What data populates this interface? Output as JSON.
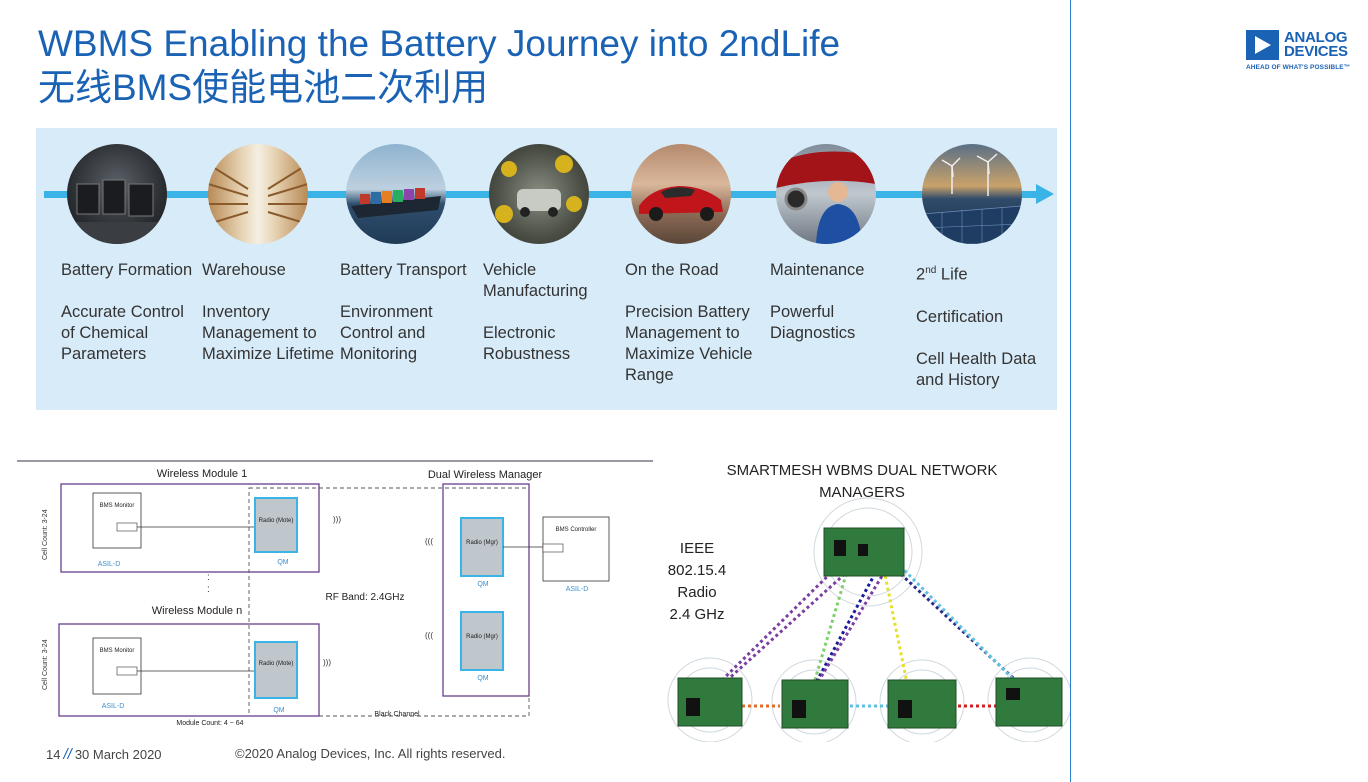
{
  "title_en": "WBMS Enabling the Battery Journey into 2ndLife",
  "title_zh": "无线BMS使能电池二次利用",
  "logo": {
    "name_line1": "ANALOG",
    "name_line2": "DEVICES",
    "tagline": "AHEAD OF WHAT'S POSSIBLE™"
  },
  "journey": [
    {
      "title": "Battery Formation",
      "desc": "Accurate Control of Chemical Parameters"
    },
    {
      "title": "Warehouse",
      "desc": "Inventory Management to Maximize Lifetime"
    },
    {
      "title": "Battery Transport",
      "desc": "Environment Control and Monitoring"
    },
    {
      "title": "Vehicle Manufacturing",
      "desc": "Electronic Robustness"
    },
    {
      "title": "On the Road",
      "desc": "Precision Battery Management to Maximize Vehicle Range"
    },
    {
      "title": "Maintenance",
      "desc": "Powerful Diagnostics"
    },
    {
      "title_pre": "2",
      "title_sup": "nd",
      "title_post": " Life",
      "desc_1": "Certification",
      "desc_2": "Cell Health Data and History"
    }
  ],
  "diagram": {
    "module1": "Wireless Module 1",
    "modulen": "Wireless Module n",
    "manager": "Dual Wireless Manager",
    "bms_monitor": "BMS Monitor",
    "bms_controller": "BMS Controller",
    "radio_mote": "Radio (Mote)",
    "radio_mgr": "Radio (Mgr)",
    "asil_d": "ASIL-D",
    "qm": "QM",
    "rf_band": "RF Band: 2.4GHz",
    "cell_count": "Cell Count: 3-24",
    "module_count": "Module Count: 4 ~ 64",
    "black_channel": "Black Channel"
  },
  "mesh": {
    "title_1": "SMARTMESH WBMS DUAL NETWORK",
    "title_2": "MANAGERS",
    "radio_1": "IEEE 802.15.4",
    "radio_2": "Radio",
    "radio_3": "2.4 GHz"
  },
  "footer": {
    "page": "14",
    "date": "30 March 2020",
    "copyright": "©2020 Analog Devices, Inc. All rights reserved."
  },
  "colors": {
    "brand_blue": "#1a62b4",
    "arrow": "#3ab3e6",
    "panel": "#d8ebf8"
  }
}
